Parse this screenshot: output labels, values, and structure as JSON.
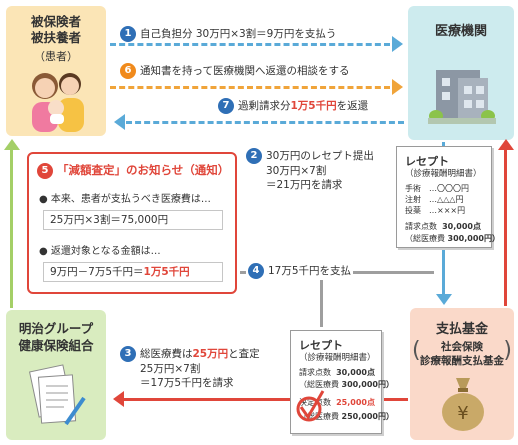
{
  "patient": {
    "title_line1": "被保険者",
    "title_line2": "被扶養者",
    "subtitle": "（患者）"
  },
  "hospital": {
    "title": "医療機関"
  },
  "fund": {
    "title": "支払基金",
    "subtitle_line1": "社会保険",
    "subtitle_line2": "診療報酬支払基金"
  },
  "union": {
    "title_line1": "明治グループ",
    "title_line2": "健康保険組合"
  },
  "steps": {
    "s1": {
      "num": "1",
      "text": "自己負担分 30万円×3割＝9万円を支払う"
    },
    "s6": {
      "num": "6",
      "text": "通知書を持って医療機関へ返還の相談をする"
    },
    "s7": {
      "num": "7",
      "text_a": "過剰請求分",
      "text_b": "1万5千円",
      "text_c": "を返還"
    },
    "s2": {
      "num": "2",
      "line1": "30万円のレセプト提出",
      "line2": "30万円×7割",
      "line3": "＝21万円を請求"
    },
    "s4": {
      "num": "4",
      "text": "17万5千円を支払"
    },
    "s3": {
      "num": "3",
      "line1_a": "総医療費は",
      "line1_b": "25万円",
      "line1_c": "と査定",
      "line2": "25万円×7割",
      "line3": "＝17万5千円を請求"
    }
  },
  "notice": {
    "num": "5",
    "title": "「減額査定」のお知らせ（通知）",
    "q1": "● 本来、患者が支払うべき医療費は…",
    "a1": "25万円×3割＝75,000円",
    "q2": "● 返還対象となる金額は…",
    "a2_a": "9万円－7万5千円＝",
    "a2_b": "1万5千円"
  },
  "receipt_top": {
    "title": "レセプト",
    "subtitle": "（診療報酬明細書）",
    "rows": [
      "手術　…〇〇〇円",
      "注射　…△△△円",
      "投薬　…×××円"
    ],
    "points_label": "請求点数",
    "points_value": "30,000点",
    "total_label": "（総医療費",
    "total_value": "300,000円）"
  },
  "receipt_bottom": {
    "title": "レセプト",
    "subtitle": "（診療報酬明細書）",
    "r1_label": "請求点数",
    "r1_value": "30,000点",
    "r2_label": "（総医療費",
    "r2_value": "300,000円）",
    "r3_label": "決定点数",
    "r3_value": "25,000点",
    "r4_label": "（総医療費",
    "r4_value": "250,000円）"
  },
  "colors": {
    "blue": "#5aaad8",
    "orange": "#f0a43a",
    "red": "#e0463a",
    "green": "#a4cf67",
    "navy": "#2f6fb6"
  }
}
